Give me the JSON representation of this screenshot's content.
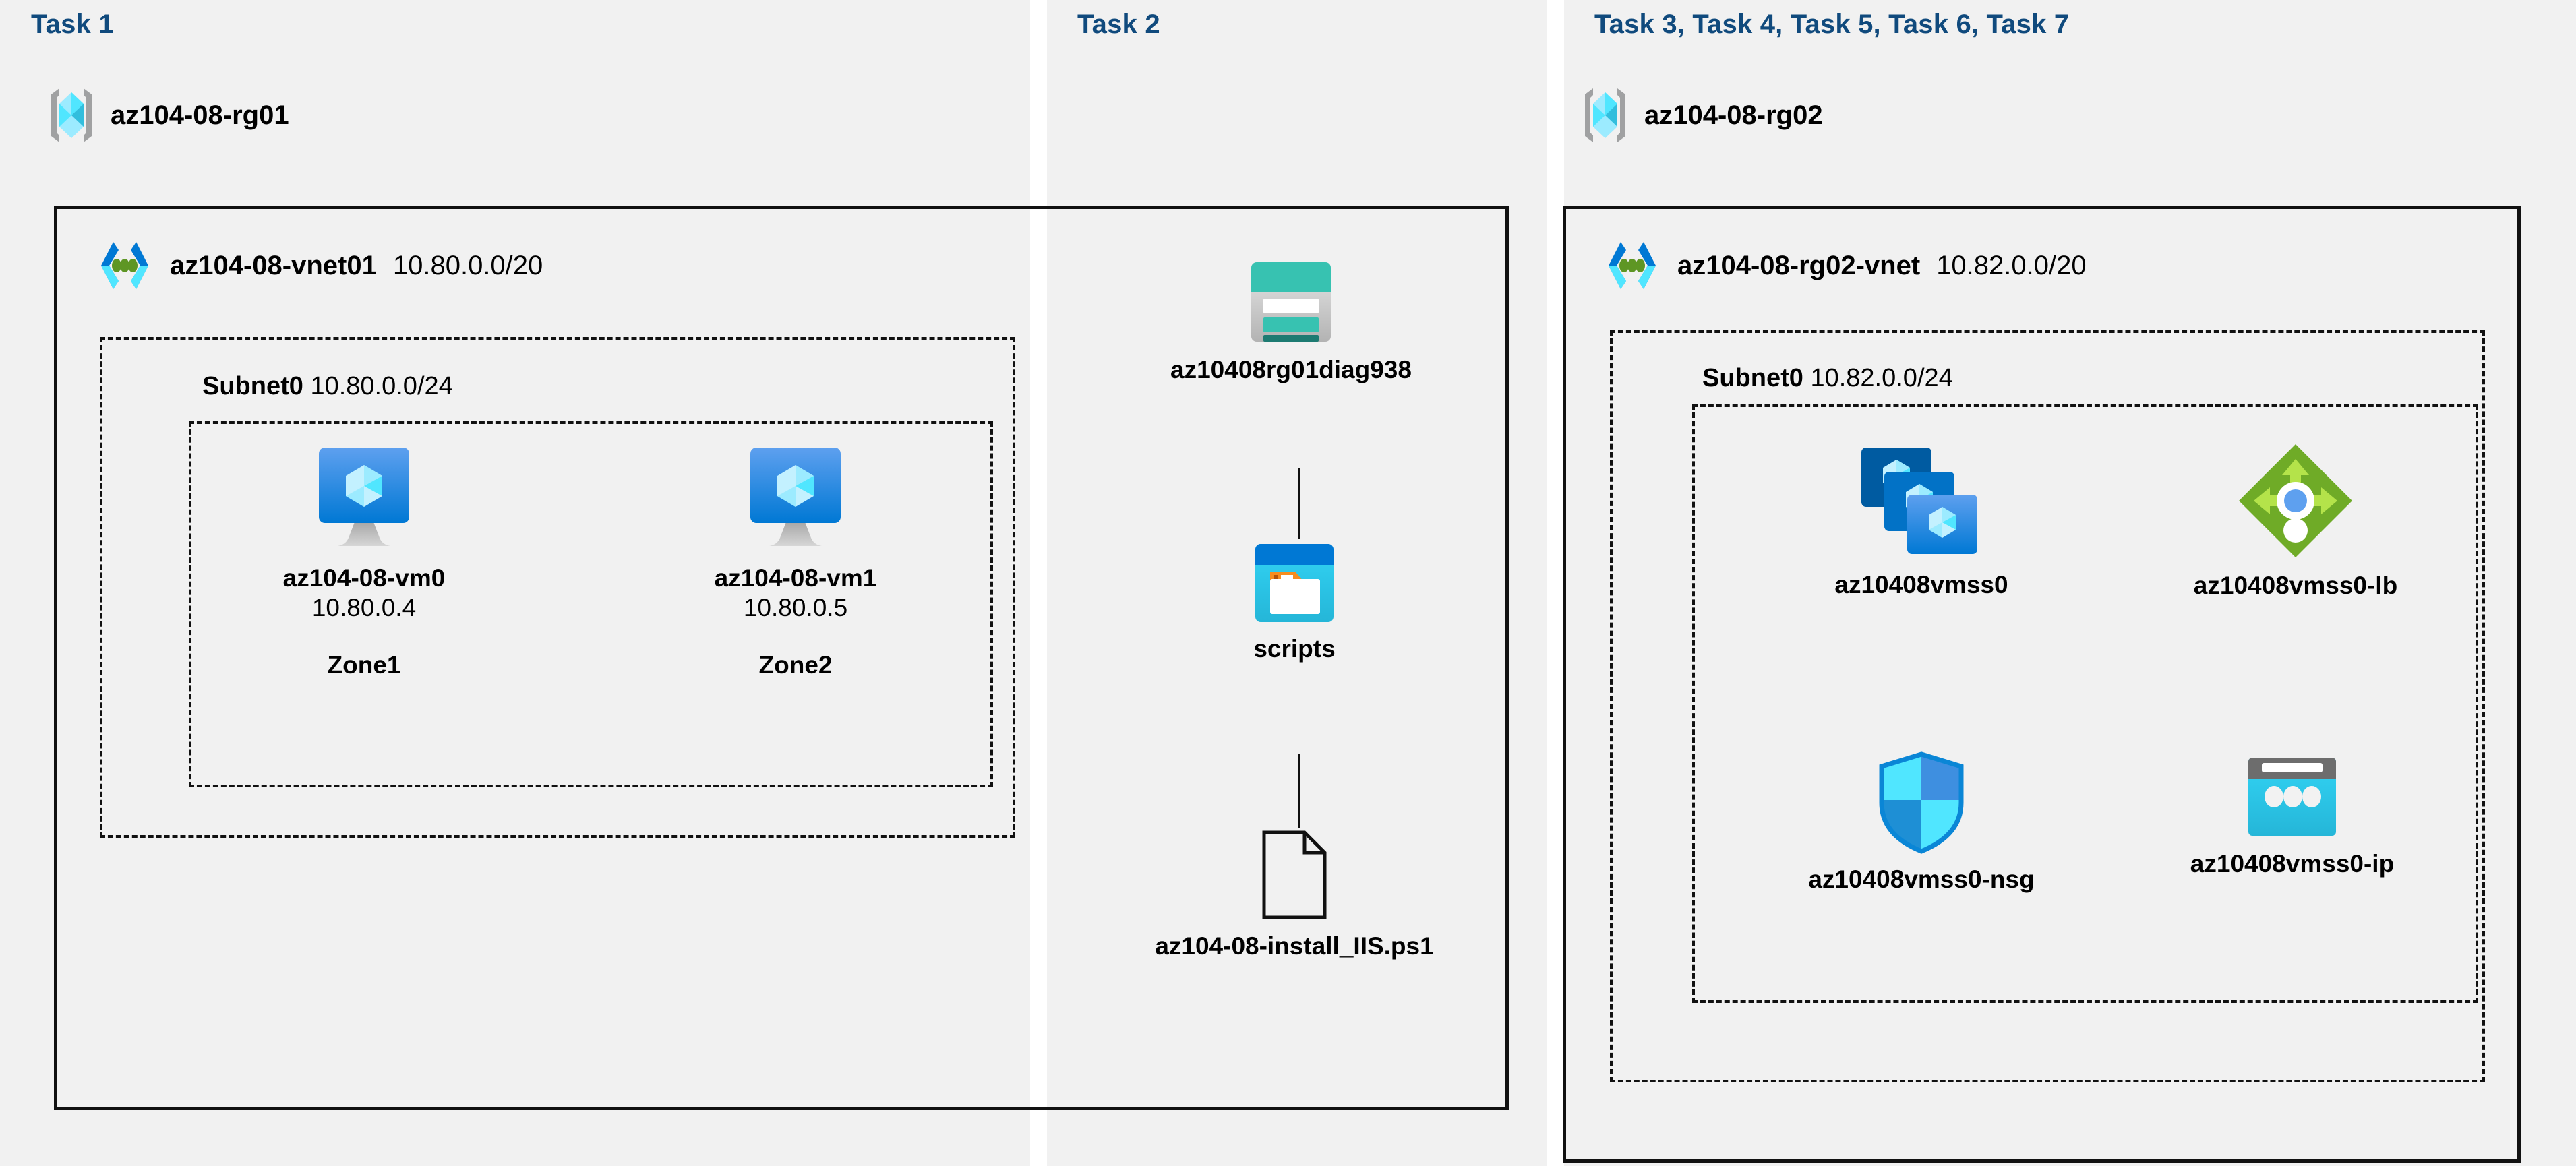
{
  "columns": {
    "task1": {
      "label": "Task 1"
    },
    "task2": {
      "label": "Task 2"
    },
    "task3": {
      "label": "Task 3, Task 4, Task 5, Task 6, Task 7"
    }
  },
  "resource_groups": [
    {
      "name": "az104-08-rg01",
      "icon": "resource-group-icon"
    },
    {
      "name": "az104-08-rg02",
      "icon": "resource-group-icon"
    }
  ],
  "vnets": [
    {
      "name": "az104-08-vnet01",
      "cidr": "10.80.0.0/20",
      "icon": "virtual-network-icon"
    },
    {
      "name": "az104-08-rg02-vnet",
      "cidr": "10.82.0.0/20",
      "icon": "virtual-network-icon"
    }
  ],
  "subnets": [
    {
      "name": "Subnet0",
      "cidr": "10.80.0.0/24"
    },
    {
      "name": "Subnet0",
      "cidr": "10.82.0.0/24"
    }
  ],
  "nodes": {
    "vm0": {
      "label": "az104-08-vm0",
      "ip": "10.80.0.4",
      "zone": "Zone1",
      "icon": "virtual-machine-icon"
    },
    "vm1": {
      "label": "az104-08-vm1",
      "ip": "10.80.0.5",
      "zone": "Zone2",
      "icon": "virtual-machine-icon"
    },
    "storage": {
      "label": "az10408rg01diag938",
      "icon": "storage-account-icon"
    },
    "scripts": {
      "label": "scripts",
      "icon": "blob-container-icon"
    },
    "psfile": {
      "label": "az104-08-install_IIS.ps1",
      "icon": "file-icon"
    },
    "vmss": {
      "label": "az10408vmss0",
      "icon": "vm-scale-set-icon"
    },
    "lb": {
      "label": "az10408vmss0-lb",
      "icon": "load-balancer-icon"
    },
    "nsg": {
      "label": "az10408vmss0-nsg",
      "icon": "network-security-group-icon"
    },
    "pip": {
      "label": "az10408vmss0-ip",
      "icon": "public-ip-address-icon"
    }
  },
  "colors": {
    "panel_background": "#f1f1f1",
    "task_label": "#104a7d",
    "border": "#111111",
    "azure_blue": "#0078d4",
    "azure_cyan": "#50e6ff",
    "storage_teal": "#37c2b1",
    "load_balancer_green": "#76bc2d",
    "folder_orange": "#f78d1e"
  }
}
